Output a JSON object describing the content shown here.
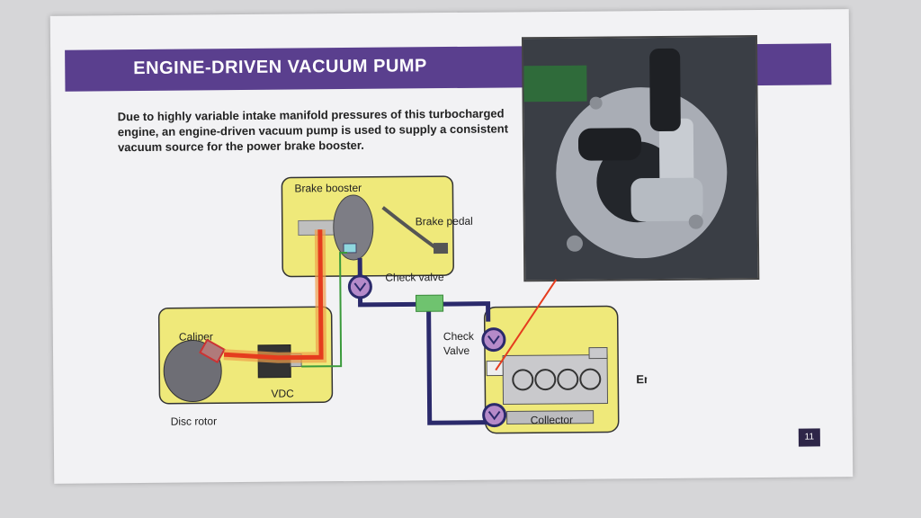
{
  "slide": {
    "title": "ENGINE-DRIVEN VACUUM PUMP",
    "intro": "Due to highly variable intake manifold pressures of this turbocharged engine, an engine-driven vacuum pump is used to supply a consistent vacuum source for the power brake booster.",
    "page_number": "11"
  },
  "diagram": {
    "labels": {
      "brake_booster": "Brake booster",
      "brake_pedal": "Brake pedal",
      "check_valve_top": "Check valve",
      "caliper": "Caliper",
      "vdc": "VDC",
      "disc_rotor": "Disc rotor",
      "check_valve_mid_1": "Check",
      "check_valve_mid_2": "Valve",
      "engine": "Engine",
      "collector": "Collector"
    },
    "colors": {
      "yellow_box": "#efe97a",
      "vacuum_line": "#2b2a6b",
      "brake_line": "#e53c1e",
      "brake_line_glow": "#f0a04a",
      "green_line": "#3a9a3a",
      "valve": "#b58ac9",
      "banner": "#5a3f8e"
    },
    "photo_icon": "vacuum-pump-photo"
  }
}
